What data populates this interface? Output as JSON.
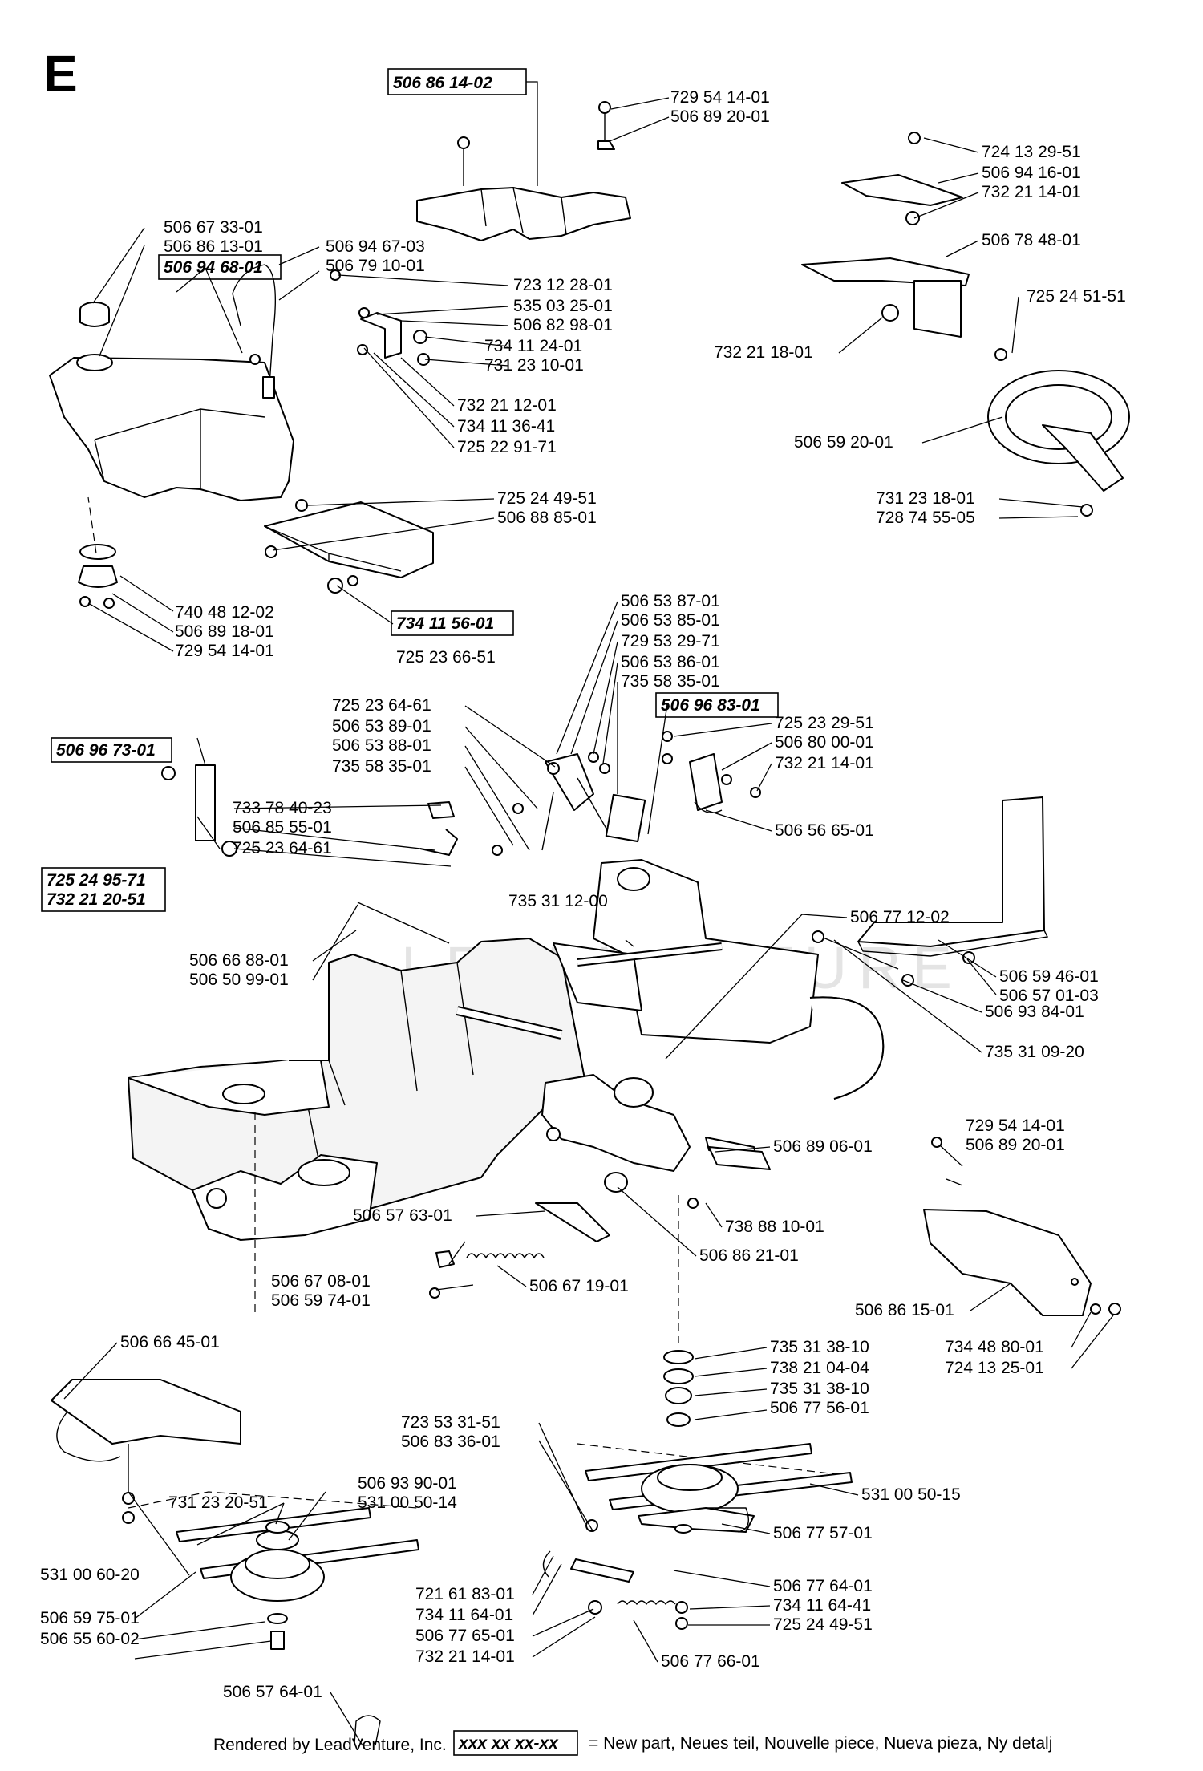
{
  "section_letter": "E",
  "watermark": "LEADVENTURE",
  "footer": {
    "rendered_by": "Rendered by LeadVenture, Inc.",
    "legend_sample": "xxx xx xx-xx",
    "legend_text": "= New part, Neues teil, Nouvelle piece, Nueva pieza, Ny detalj"
  },
  "parts": [
    {
      "number": "506 86 14-02",
      "new_part": true
    },
    {
      "number": "729 54 14-01",
      "new_part": false
    },
    {
      "number": "506 89 20-01",
      "new_part": false
    },
    {
      "number": "724 13 29-51",
      "new_part": false
    },
    {
      "number": "506 94 16-01",
      "new_part": false
    },
    {
      "number": "732 21 14-01",
      "new_part": false
    },
    {
      "number": "506 78 48-01",
      "new_part": false
    },
    {
      "number": "725 24 51-51",
      "new_part": false
    },
    {
      "number": "732 21 18-01",
      "new_part": false
    },
    {
      "number": "506 59 20-01",
      "new_part": false
    },
    {
      "number": "731 23 18-01",
      "new_part": false
    },
    {
      "number": "728 74 55-05",
      "new_part": false
    },
    {
      "number": "506 67 33-01",
      "new_part": false
    },
    {
      "number": "506 86 13-01",
      "new_part": false
    },
    {
      "number": "506 94 68-01",
      "new_part": true
    },
    {
      "number": "506 94 67-03",
      "new_part": false
    },
    {
      "number": "506 79 10-01",
      "new_part": false
    },
    {
      "number": "723 12 28-01",
      "new_part": false
    },
    {
      "number": "535 03 25-01",
      "new_part": false
    },
    {
      "number": "506 82 98-01",
      "new_part": false
    },
    {
      "number": "734 11 24-01",
      "new_part": false
    },
    {
      "number": "731 23 10-01",
      "new_part": false
    },
    {
      "number": "732 21 12-01",
      "new_part": false
    },
    {
      "number": "734 11 36-41",
      "new_part": false
    },
    {
      "number": "725 22 91-71",
      "new_part": false
    },
    {
      "number": "725 24 49-51",
      "new_part": false
    },
    {
      "number": "506 88 85-01",
      "new_part": false
    },
    {
      "number": "734 11 56-01",
      "new_part": true
    },
    {
      "number": "725 23 66-51",
      "new_part": false
    },
    {
      "number": "740 48 12-02",
      "new_part": false
    },
    {
      "number": "506 89 18-01",
      "new_part": false
    },
    {
      "number": "729 54 14-01",
      "new_part": false
    },
    {
      "number": "506 53 87-01",
      "new_part": false
    },
    {
      "number": "506 53 85-01",
      "new_part": false
    },
    {
      "number": "729 53 29-71",
      "new_part": false
    },
    {
      "number": "506 53 86-01",
      "new_part": false
    },
    {
      "number": "735 58 35-01",
      "new_part": false
    },
    {
      "number": "506 96 83-01",
      "new_part": true
    },
    {
      "number": "725 23 29-51",
      "new_part": false
    },
    {
      "number": "506 80 00-01",
      "new_part": false
    },
    {
      "number": "732 21 14-01",
      "new_part": false
    },
    {
      "number": "506 56 65-01",
      "new_part": false
    },
    {
      "number": "725 23 64-61",
      "new_part": false
    },
    {
      "number": "506 53 89-01",
      "new_part": false
    },
    {
      "number": "506 53 88-01",
      "new_part": false
    },
    {
      "number": "735 58 35-01",
      "new_part": false
    },
    {
      "number": "506 96 73-01",
      "new_part": true
    },
    {
      "number": "733 78 40-23",
      "new_part": false
    },
    {
      "number": "506 85 55-01",
      "new_part": false
    },
    {
      "number": "725 23 64-61",
      "new_part": false
    },
    {
      "number": "725 24 95-71",
      "new_part": true
    },
    {
      "number": "732 21 20-51",
      "new_part": true
    },
    {
      "number": "735 31 12-00",
      "new_part": false
    },
    {
      "number": "506 77 12-02",
      "new_part": false
    },
    {
      "number": "506 66 88-01",
      "new_part": false
    },
    {
      "number": "506 50 99-01",
      "new_part": false
    },
    {
      "number": "506 59 46-01",
      "new_part": false
    },
    {
      "number": "506 57 01-03",
      "new_part": false
    },
    {
      "number": "506 93 84-01",
      "new_part": false
    },
    {
      "number": "735 31 09-20",
      "new_part": false
    },
    {
      "number": "729 54 14-01",
      "new_part": false
    },
    {
      "number": "506 89 20-01",
      "new_part": false
    },
    {
      "number": "506 89 06-01",
      "new_part": false
    },
    {
      "number": "738 88 10-01",
      "new_part": false
    },
    {
      "number": "506 57 63-01",
      "new_part": false
    },
    {
      "number": "506 86 21-01",
      "new_part": false
    },
    {
      "number": "506 67 08-01",
      "new_part": false
    },
    {
      "number": "506 59 74-01",
      "new_part": false
    },
    {
      "number": "506 67 19-01",
      "new_part": false
    },
    {
      "number": "506 86 15-01",
      "new_part": false
    },
    {
      "number": "734 48 80-01",
      "new_part": false
    },
    {
      "number": "724 13 25-01",
      "new_part": false
    },
    {
      "number": "506 66 45-01",
      "new_part": false
    },
    {
      "number": "735 31 38-10",
      "new_part": false
    },
    {
      "number": "738 21 04-04",
      "new_part": false
    },
    {
      "number": "735 31 38-10",
      "new_part": false
    },
    {
      "number": "506 77 56-01",
      "new_part": false
    },
    {
      "number": "723 53 31-51",
      "new_part": false
    },
    {
      "number": "506 83 36-01",
      "new_part": false
    },
    {
      "number": "531 00 50-15",
      "new_part": false
    },
    {
      "number": "731 23 20-51",
      "new_part": false
    },
    {
      "number": "506 93 90-01",
      "new_part": false
    },
    {
      "number": "531 00 50-14",
      "new_part": false
    },
    {
      "number": "506 77 57-01",
      "new_part": false
    },
    {
      "number": "531 00 60-20",
      "new_part": false
    },
    {
      "number": "506 59 75-01",
      "new_part": false
    },
    {
      "number": "506 55 60-02",
      "new_part": false
    },
    {
      "number": "721 61 83-01",
      "new_part": false
    },
    {
      "number": "734 11 64-01",
      "new_part": false
    },
    {
      "number": "506 77 65-01",
      "new_part": false
    },
    {
      "number": "732 21 14-01",
      "new_part": false
    },
    {
      "number": "506 77 64-01",
      "new_part": false
    },
    {
      "number": "734 11 64-41",
      "new_part": false
    },
    {
      "number": "725 24 49-51",
      "new_part": false
    },
    {
      "number": "506 77 66-01",
      "new_part": false
    },
    {
      "number": "506 57 64-01",
      "new_part": false
    }
  ]
}
